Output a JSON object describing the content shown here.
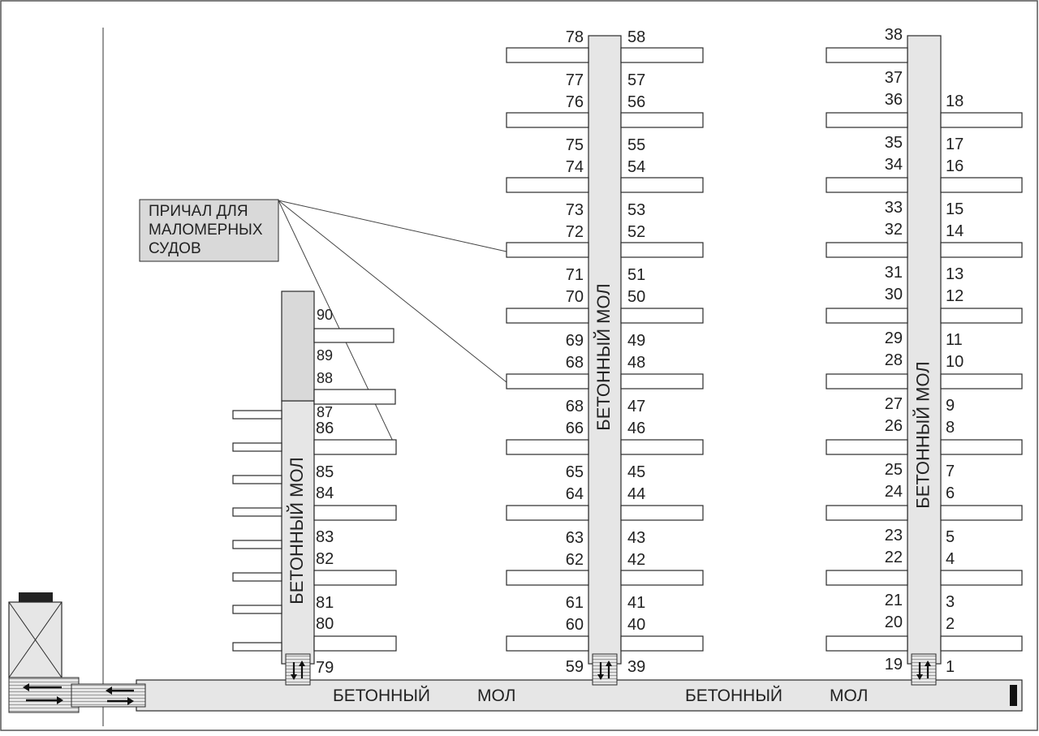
{
  "colors": {
    "pier_fill": "#e6e6e6",
    "stroke": "#2a2a2a",
    "finger_fill": "#ffffff",
    "label_box_fill": "#d9d9d9",
    "hatch": "#9a9a9a",
    "text": "#222222"
  },
  "callout": {
    "lines": [
      "ПРИЧАЛ ДЛЯ",
      "МАЛОМЕРНЫХ",
      "СУДОВ"
    ]
  },
  "main_pier": {
    "label_left_word1": "БЕТОННЫЙ",
    "label_left_word2": "МОЛ",
    "label_right_word1": "БЕТОННЫЙ",
    "label_right_word2": "МОЛ"
  },
  "pier_a": {
    "label": "БЕТОННЫЙ МОЛ",
    "left_numbers": [
      "78",
      "77",
      "76",
      "75",
      "74",
      "73",
      "72",
      "71",
      "70",
      "69",
      "68",
      "68",
      "66",
      "65",
      "64",
      "63",
      "62",
      "61",
      "60",
      "59"
    ],
    "right_numbers": [
      "58",
      "57",
      "56",
      "55",
      "54",
      "53",
      "52",
      "51",
      "50",
      "49",
      "48",
      "47",
      "46",
      "45",
      "44",
      "43",
      "42",
      "41",
      "40",
      "39"
    ]
  },
  "pier_b": {
    "label": "БЕТОННЫЙ МОЛ",
    "left_numbers": [
      "38",
      "37",
      "36",
      "35",
      "34",
      "33",
      "32",
      "31",
      "30",
      "29",
      "28",
      "27",
      "26",
      "25",
      "24",
      "23",
      "22",
      "21",
      "20",
      "19"
    ],
    "right_numbers": [
      "18",
      "17",
      "16",
      "15",
      "14",
      "13",
      "12",
      "11",
      "10",
      "9",
      "8",
      "7",
      "6",
      "5",
      "4",
      "3",
      "2",
      "1"
    ]
  },
  "pier_c": {
    "label": "БЕТОННЫЙ МОЛ",
    "numbers": [
      "90",
      "89",
      "88",
      "87",
      "86",
      "85",
      "84",
      "83",
      "82",
      "81",
      "80",
      "79"
    ]
  },
  "icons": {
    "gangway": "double-arrow-icon",
    "building": "crossed-box-icon"
  }
}
